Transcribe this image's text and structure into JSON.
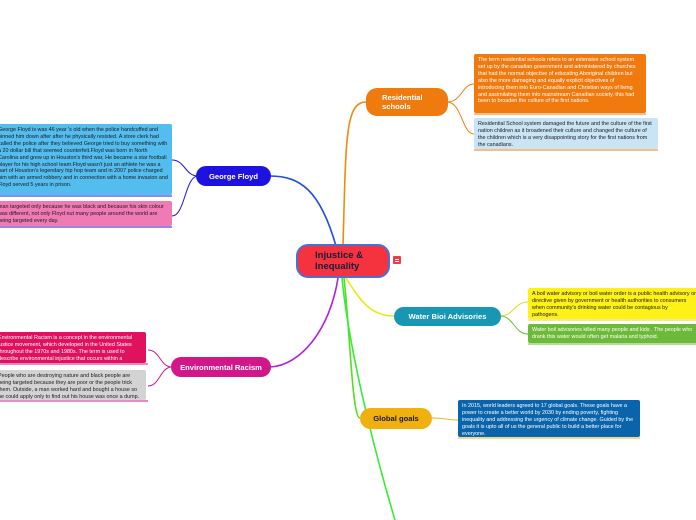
{
  "central": {
    "title": "Injustice & Inequality",
    "marker_icon": "notes-icon"
  },
  "topics": {
    "george_floyd": {
      "label": "George Floyd",
      "color": "#1e12e0",
      "notes": [
        "George Floyd is was 46 year 's old when the police handcuffed and pinned him down after after he physically resisted. A store clerk had called the police after they believed George tried to buy something with a 20 dollar bill that seemed counterfeit.Floyd was born in North Carolina and grew up in Houston's third war, He became a star football player for his high school team.Floyd wasn't just an athlete he was a part of Houston's legendary hip hop team and in 2007 police charged him with an armed robbery and in connection with a home invasion and  Floyd served 5 years in prison.",
        "man targeted only  because he was black and because his skin colour was different, not only Floyd nut many people around the world are being targeted every day."
      ]
    },
    "environmental_racism": {
      "label": "Environmental Racism",
      "color": "#d1178a",
      "notes": [
        "Environmental Racism is a concept in the environmental justice movement, which developed in the United States throughout the 1970s and 1980s. The term is used to describe environmental injustice that occurs within a racialised context.",
        "People who are destroying nature and black people are being targeted because they are poor or the people trick them. Outside, a man worked hard and bought a house so he could apply only to find out his house was once a dump."
      ]
    },
    "residential_schools": {
      "label": "Residential schools",
      "color": "#ef7b0e",
      "notes": [
        "The term residential schools refers to an extensive school system set up by the canadian government and administered by churches that had the normal objective of educating Aboriginal children but also the more damaging and equally explicit objectives of introducing them into Euro-Canadian and Christian ways of living and assimilating them into mainstream Canadian society. this had been to broaden the culture of the first nations.",
        "Residential School system damaged the future and the culture of the first nation children as it broadened their culture and changed the culture of the children which is a very disappointing story for the first nations from the canadians."
      ]
    },
    "water_boil": {
      "label": "Water Bioi Advisories",
      "color": "#1797b4",
      "notes": [
        "A boil water advisory or boil water order is a public health advisory or directive given by government or health authorities to consumers when community's drinking water could be contagious by pathogens.",
        "Water boil advisories killed many people and kids . The people who drank this water would often get malaria and typhoid."
      ]
    },
    "global_goals": {
      "label": "Global goals",
      "color": "#f0b010",
      "notes": [
        "In 2015, world leaders agreed to 17 global goals. These goals have a power to create a better world by 2030 by ending poverty, fighting inequality and addressing the urgency of climate change. Guided by the goals it is upto all of us the general public to build a better place for everyone."
      ]
    }
  },
  "colors": {
    "central_fill": "#f5333f",
    "central_border": "#4a6fd6",
    "note_blue": "#53bdf0",
    "note_pink": "#f07ab4",
    "note_magenta": "#e0125e",
    "note_grey": "#d3d3d3",
    "note_orange": "#f07a0e",
    "note_lightblue": "#c8e4f5",
    "note_yellow": "#fdf117",
    "note_green": "#6dba3a",
    "note_navy": "#0a64ac",
    "link_green": "#33ee33"
  }
}
